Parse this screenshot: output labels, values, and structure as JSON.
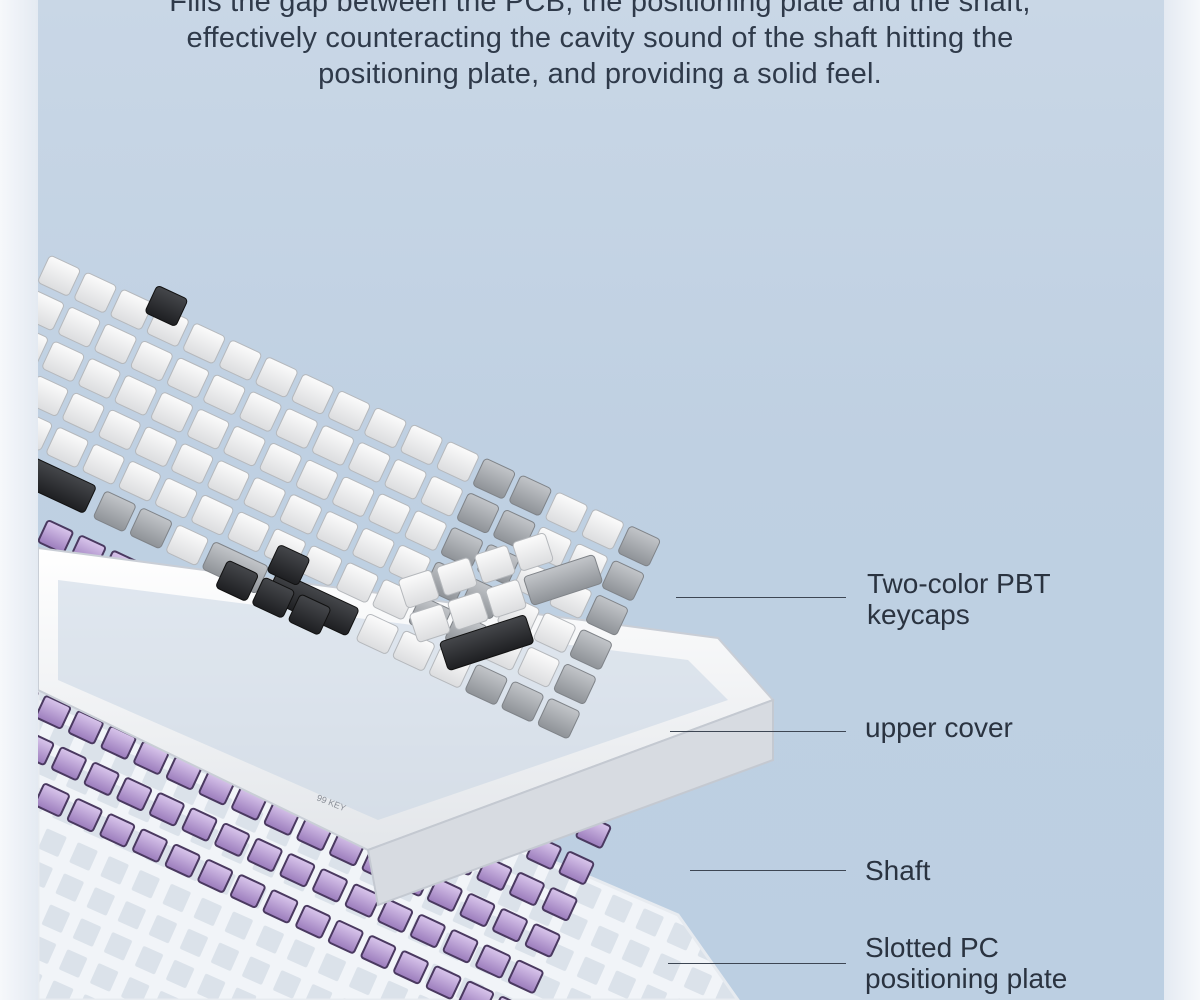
{
  "headline": {
    "line1": "Fills the gap between the PCB, the positioning plate and the shaft,",
    "line2": "effectively counteracting the cavity sound of the shaft hitting the",
    "line3": "positioning plate, and providing a solid feel."
  },
  "callouts": {
    "keycaps": {
      "line1": "Two-color PBT",
      "line2": "keycaps"
    },
    "upper_cover": {
      "line1": "upper cover"
    },
    "shaft": {
      "line1": "Shaft"
    },
    "plate": {
      "line1": "Slotted PC",
      "line2": "positioning plate"
    }
  },
  "keyboard": {
    "brand_mark": "99 KEY"
  },
  "colors": {
    "background": "#c3d3e4",
    "keycap_white": "#f2f2f2",
    "keycap_gray": "#a9adb2",
    "keycap_black": "#2a2b2e",
    "switch_purple": "#b49ad0",
    "switch_dark": "#3b2c4a"
  }
}
